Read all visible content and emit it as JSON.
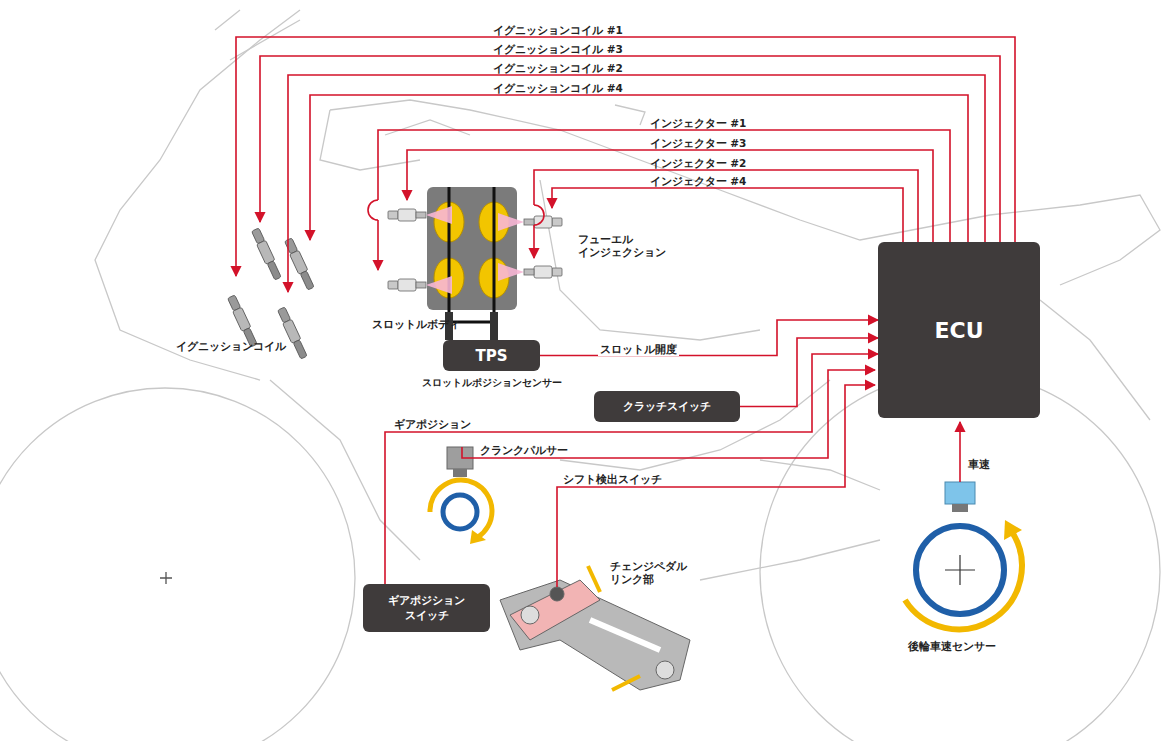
{
  "diagram": {
    "nodes": [
      {
        "text": [
          "TPS",
          "スロットルポジションセンサー"
        ]
      },
      {
        "text": [
          "クラッチスイッチ"
        ]
      },
      {
        "text": [
          "ギアポジション スイッチ"
        ]
      },
      {
        "text": [
          "ECU"
        ]
      }
    ],
    "edges": [
      {
        "from": 0,
        "to": 3,
        "arrow": "to",
        "label": "スロットル開度"
      },
      {
        "from": 1,
        "to": 3,
        "arrow": "to"
      },
      {
        "from": 2,
        "to": 3,
        "arrow": "to",
        "label": "ギアポジション"
      }
    ],
    "labels": [
      "イグニッションコイル #1",
      "イグニッションコイル #3",
      "イグニッションコイル #2",
      "イグニッションコイル #4",
      "インジェクター #1",
      "インジェクター #3",
      "インジェクター #2",
      "インジェクター #4",
      "フューエル インジェクション",
      "スロットルボディ",
      "イグニッションコイル",
      "クランクパルサー",
      "シフト検出スイッチ",
      "チェンジペダル リンク部",
      "車速",
      "後輪車速センサー"
    ]
  }
}
